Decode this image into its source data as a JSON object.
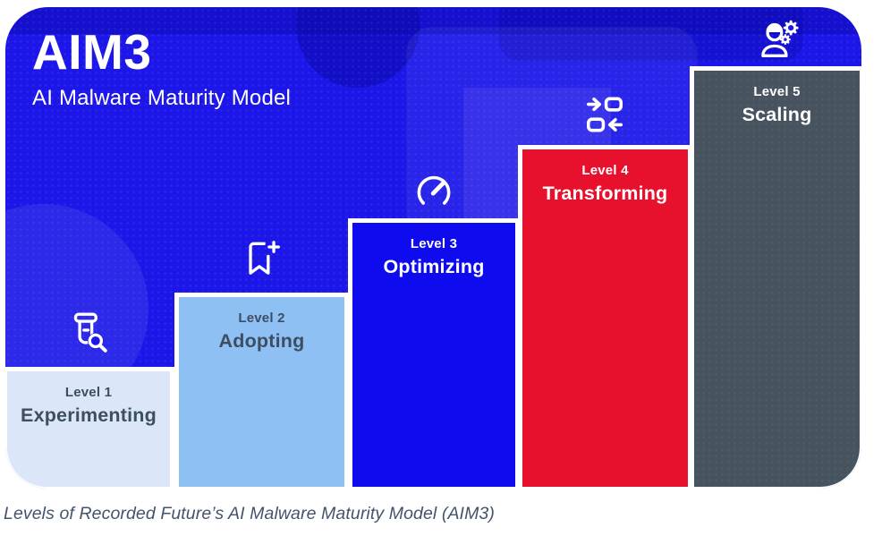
{
  "header": {
    "title": "AIM3",
    "subtitle": "AI Malware Maturity Model"
  },
  "levels": [
    {
      "label": "Level 1",
      "name": "Experimenting",
      "icon": "test-tube-search-icon",
      "fill": "#dbe7f8",
      "text_color": "#3d4e62"
    },
    {
      "label": "Level 2",
      "name": "Adopting",
      "icon": "bookmark-add-icon",
      "fill": "#8ec0f3",
      "text_color": "#3d4e62"
    },
    {
      "label": "Level 3",
      "name": "Optimizing",
      "icon": "speedometer-icon",
      "fill": "#0e0cef",
      "text_color": "#ffffff"
    },
    {
      "label": "Level 4",
      "name": "Transforming",
      "icon": "transform-arrows-icon",
      "fill": "#e8112d",
      "text_color": "#ffffff"
    },
    {
      "label": "Level 5",
      "name": "Scaling",
      "icon": "engineer-gears-icon",
      "fill": "#47535f",
      "text_color": "#ffffff"
    }
  ],
  "caption": "Levels of Recorded Future’s AI Malware Maturity Model (AIM3)",
  "colors": {
    "banner_background": "#1c17e8",
    "icon_color": "#ffffff",
    "caption_color": "#44546b",
    "separator_color": "#ffffff"
  }
}
